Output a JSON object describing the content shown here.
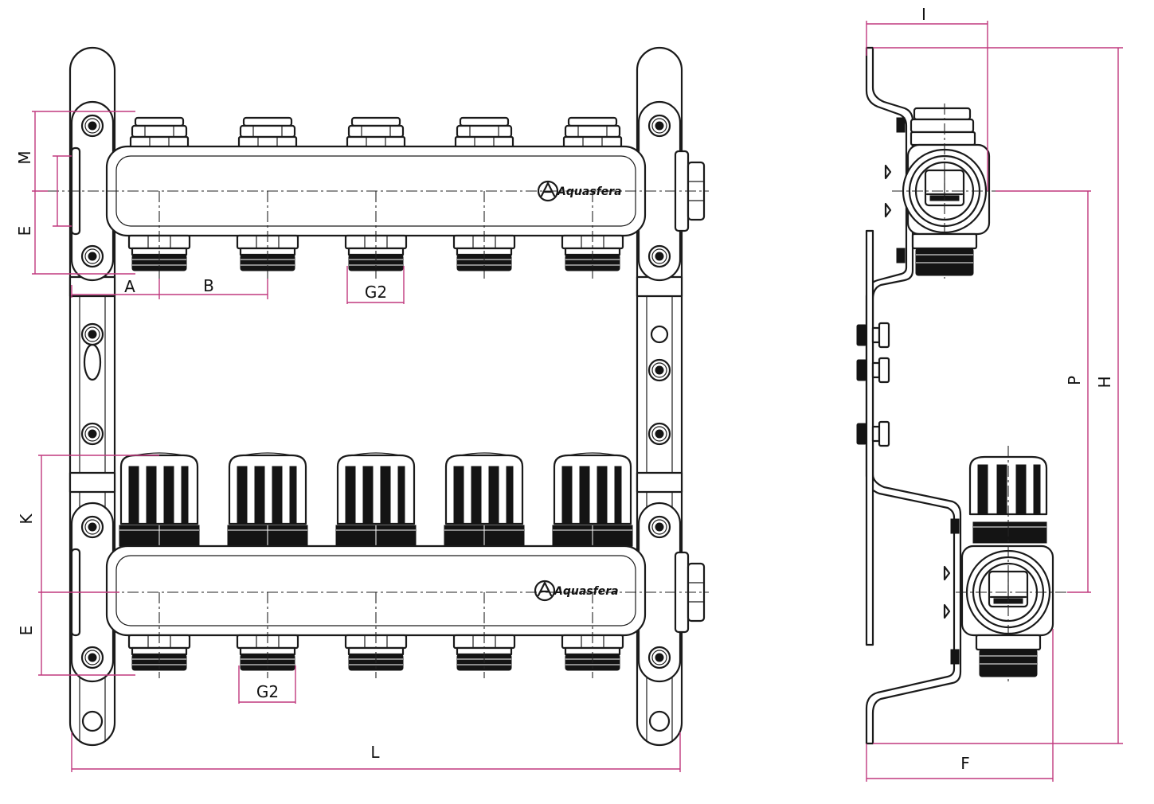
{
  "brand": "Aquasfera",
  "dimensions": {
    "M": "M",
    "E_top": "E",
    "E_bottom": "E",
    "K": "K",
    "A": "A",
    "B": "B",
    "G2_top": "G2",
    "G2_bottom": "G2",
    "L": "L",
    "I": "I",
    "P": "P",
    "H": "H",
    "F": "F"
  },
  "outlets_per_bar": 5,
  "colors": {
    "line": "#1a1a1a",
    "dimension": "#c0397e",
    "fill": "#141414"
  }
}
